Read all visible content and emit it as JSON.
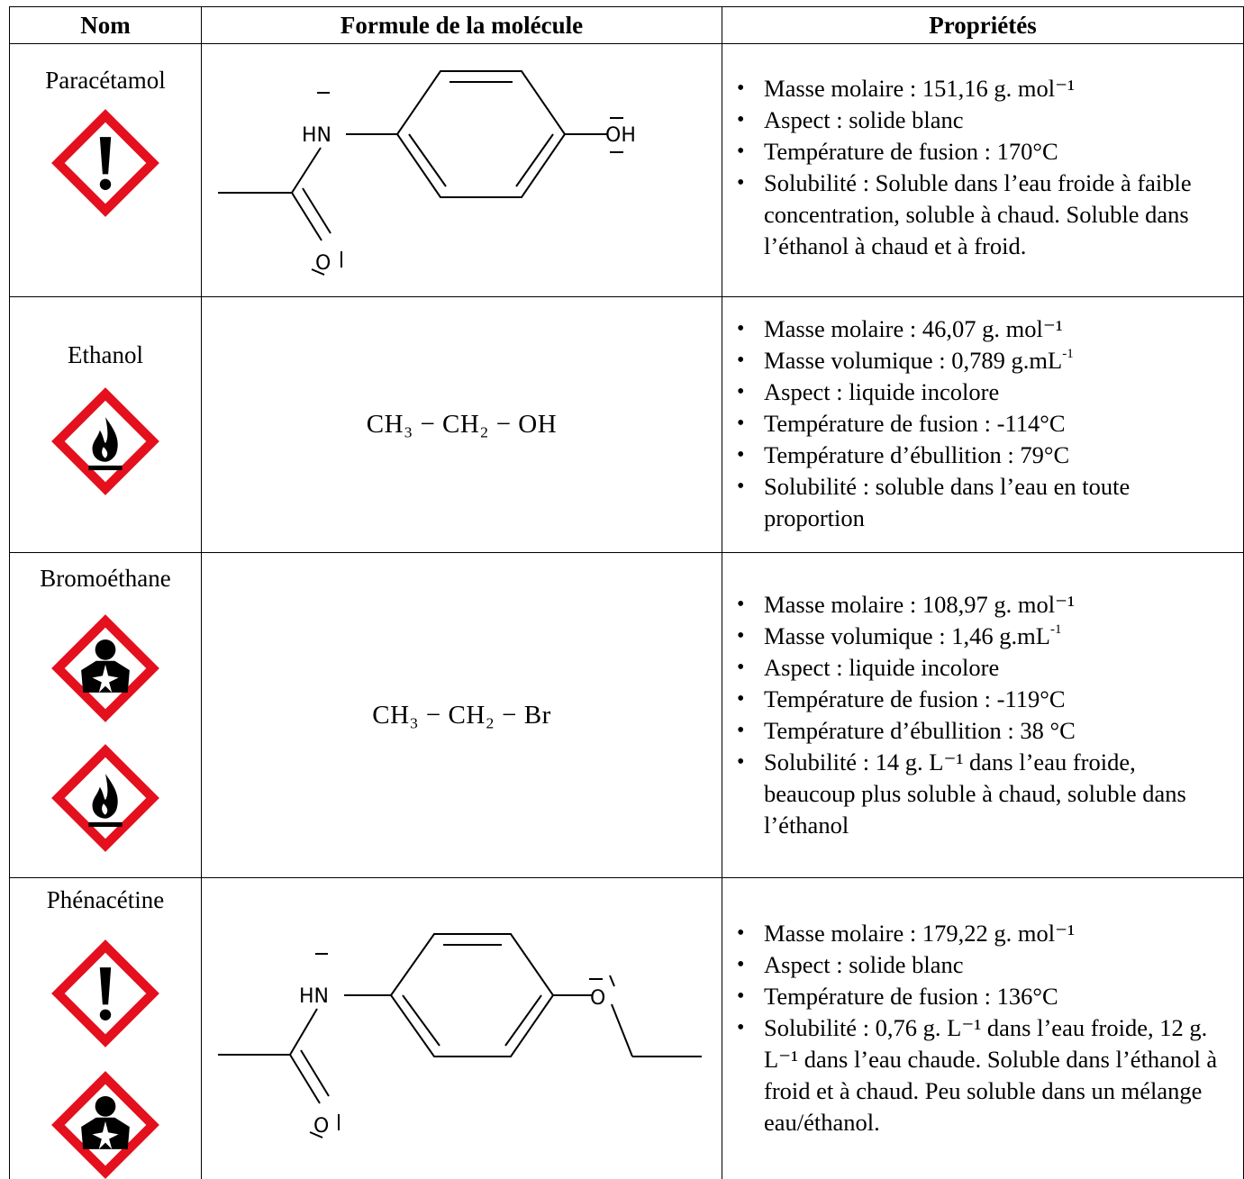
{
  "headers": {
    "nom": "Nom",
    "formule": "Formule de la molécule",
    "proprietes": "Propriétés"
  },
  "rows": [
    {
      "name": "Paracétamol",
      "pictograms": [
        "exclamation-mark-hazard-icon"
      ],
      "atoms": {
        "nh": "HN",
        "oh": "OH",
        "o": "O"
      },
      "props": [
        "Masse molaire : 151,16 g. mol⁻¹",
        "Aspect : solide blanc",
        "Température de fusion : 170°C",
        "Solubilité : Soluble dans l’eau froide à faible concentration, soluble à chaud. Soluble dans l’éthanol à chaud et à froid."
      ]
    },
    {
      "name": "Ethanol",
      "pictograms": [
        "flame-hazard-icon"
      ],
      "formula": "CH₃ − CH₂ − OH",
      "props": [
        "Masse molaire : 46,07 g. mol⁻¹",
        "Masse volumique : 0,789 g.mL",
        "Aspect : liquide incolore",
        "Température de fusion : -114°C",
        "Température d’ébullition : 79°C",
        "Solubilité : soluble dans l’eau en toute proportion"
      ],
      "superscript": "-1"
    },
    {
      "name": "Bromoéthane",
      "pictograms": [
        "health-hazard-icon",
        "flame-hazard-icon"
      ],
      "formula": "CH₃ − CH₂ − Br",
      "props": [
        "Masse molaire : 108,97 g. mol⁻¹",
        "Masse volumique : 1,46 g.mL",
        "Aspect : liquide incolore",
        "Température de fusion : -119°C",
        "Température d’ébullition : 38 °C",
        "Solubilité : 14 g. L⁻¹ dans l’eau froide, beaucoup plus soluble à chaud, soluble dans l’éthanol"
      ],
      "superscript": "-1"
    },
    {
      "name": "Phénacétine",
      "pictograms": [
        "exclamation-mark-hazard-icon",
        "health-hazard-icon"
      ],
      "atoms": {
        "nh": "HN",
        "o_ether": "O",
        "o": "O"
      },
      "props": [
        "Masse molaire : 179,22 g. mol⁻¹",
        "Aspect : solide blanc",
        "Température de fusion : 136°C",
        "Solubilité : 0,76 g. L⁻¹ dans l’eau froide, 12 g. L⁻¹ dans l’eau chaude. Soluble dans l’éthanol à froid et à chaud. Peu soluble dans un mélange eau/éthanol."
      ]
    }
  ]
}
